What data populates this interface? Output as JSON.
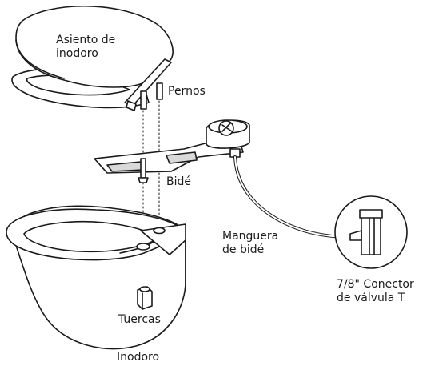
{
  "labels": {
    "seat": [
      "Asiento de",
      "inodoro"
    ],
    "bolts": "Pernos",
    "bidet": "Bidé",
    "hose": [
      "Manguera",
      "de bidé"
    ],
    "valve": [
      "7/8\" Conector",
      "de válvula T"
    ],
    "nuts": "Tuercas",
    "toilet": "Inodoro"
  },
  "colors": {
    "line": "#1a1a1a",
    "fill": "#ffffff",
    "shade": "#d9d9d9"
  }
}
